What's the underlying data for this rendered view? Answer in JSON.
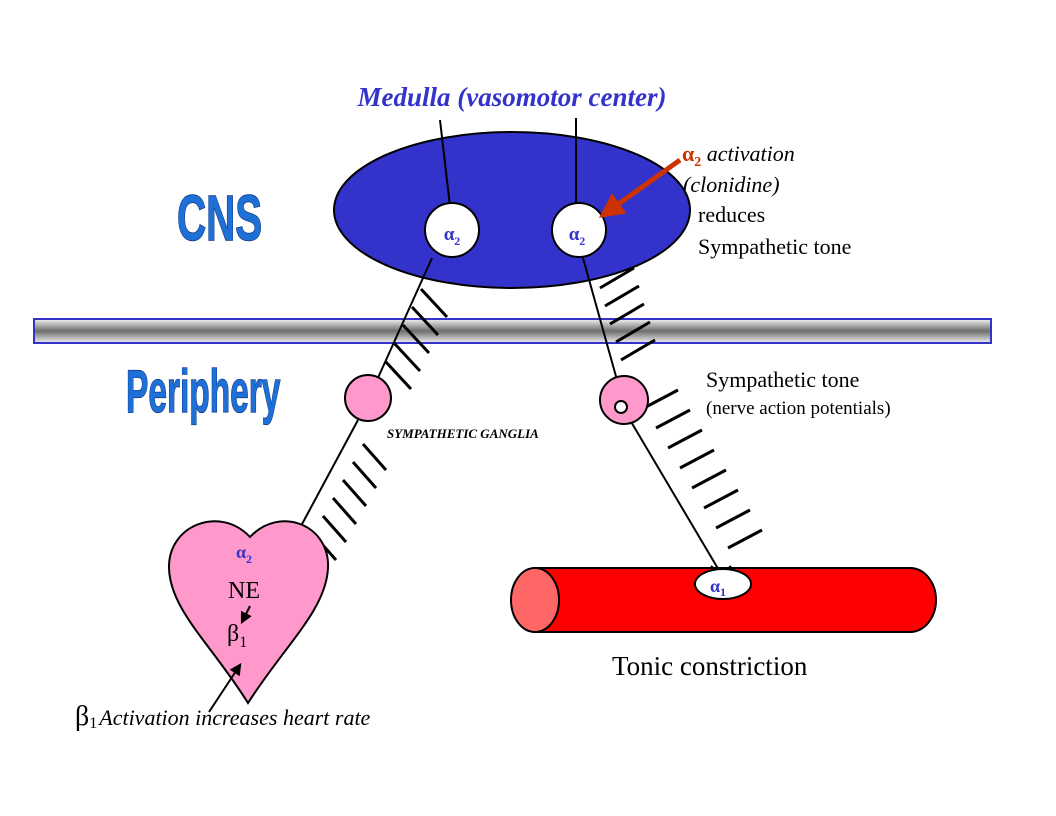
{
  "title": "Medulla (vasomotor center)",
  "regions": {
    "cns": "CNS",
    "periphery": "Periphery"
  },
  "receptors": {
    "medulla_left": {
      "symbol": "α",
      "sub": "2"
    },
    "medulla_right": {
      "symbol": "α",
      "sub": "2"
    },
    "heart": {
      "symbol": "α",
      "sub": "2"
    },
    "vessel": {
      "symbol": "α",
      "sub": "1"
    }
  },
  "annotation_alpha2": {
    "symbol": "α",
    "sub": "2",
    "line1_rest": " activation",
    "line2": "(clonidine)",
    "line3": "reduces",
    "line4": "Sympathetic tone"
  },
  "sympathetic_tone": {
    "line1": "Sympathetic tone",
    "line2": "(nerve action potentials)"
  },
  "ganglia_label": "SYMPATHETIC GANGLIA",
  "heart": {
    "ne": "NE",
    "beta_symbol": "β",
    "beta_sub": "1"
  },
  "heart_caption": {
    "symbol": "β",
    "sub": "1",
    "rest": "Activation increases heart rate"
  },
  "vessel_caption": "Tonic constriction",
  "colors": {
    "medulla": "#3333cc",
    "heart": "#ff99cc",
    "ganglion": "#ff99cc",
    "vessel": "#ff0000",
    "vessel_end": "#ff6666",
    "annotation_arrow": "#cc3300",
    "receptor_text": "#3333cc",
    "title": "#3333cc",
    "region_label": "#1e6fd6"
  },
  "icons": {
    "heart": "heart-shape",
    "vessel": "blood-vessel-cylinder",
    "ganglion": "ganglion-circle",
    "boundary": "cns-periphery-boundary-bar"
  }
}
